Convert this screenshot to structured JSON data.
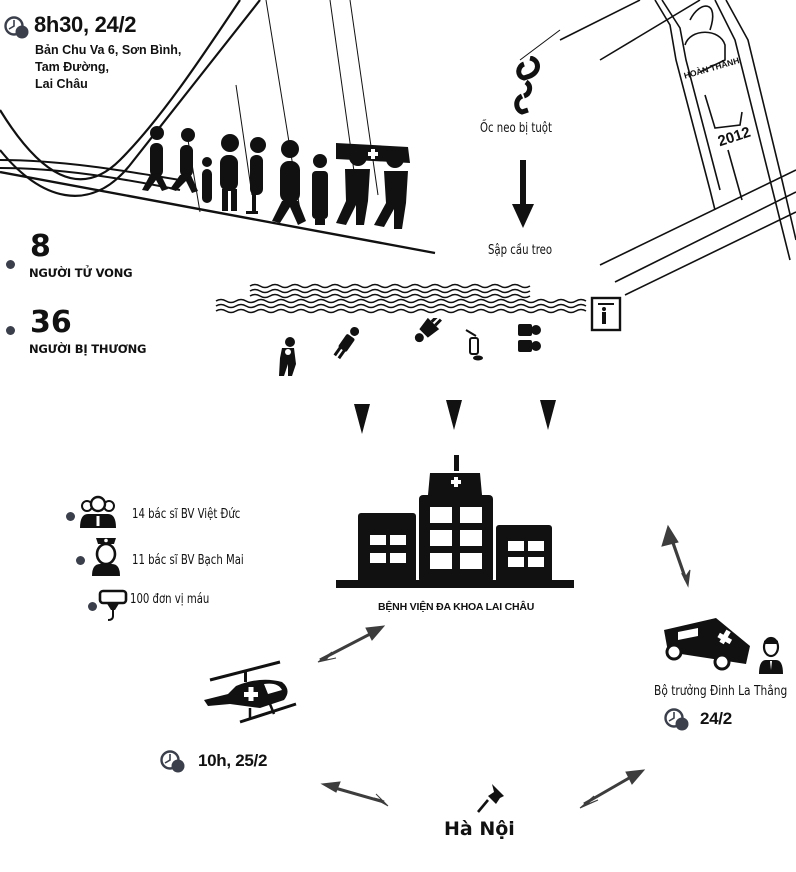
{
  "event": {
    "time": "8h30, 24/2",
    "address_lines": [
      "Bản Chu Va 6, Sơn Bình,",
      "Tam Đường,",
      "Lai Châu"
    ]
  },
  "stats": [
    {
      "value": "8",
      "label": "NGƯỜI TỬ VONG"
    },
    {
      "value": "36",
      "label": "NGƯỜI BỊ THƯƠNG"
    }
  ],
  "cause": {
    "step1": "Ốc neo bị tuột",
    "step2": "Sập cầu treo"
  },
  "bridge": {
    "status": "HOÀN THÀNH",
    "year": "2012"
  },
  "hospital": {
    "name": "BỆNH VIỆN ĐA KHOA LAI CHÂU"
  },
  "resources": [
    {
      "icon": "doctors-group-icon",
      "label": "14 bác sĩ BV Việt Đức"
    },
    {
      "icon": "nurse-icon",
      "label": "11 bác sĩ BV Bạch Mai"
    },
    {
      "icon": "blood-bag-icon",
      "label": "100 đơn vị máu"
    }
  ],
  "minister": {
    "name": "Bộ trưởng Đinh La Thắng",
    "date": "24/2"
  },
  "helicopter": {
    "time": "10h, 25/2"
  },
  "destination": {
    "city": "Hà Nội"
  },
  "colors": {
    "ink": "#111111",
    "arrow_gray": "#3d3d3d",
    "bullet": "#3a3f4b"
  }
}
